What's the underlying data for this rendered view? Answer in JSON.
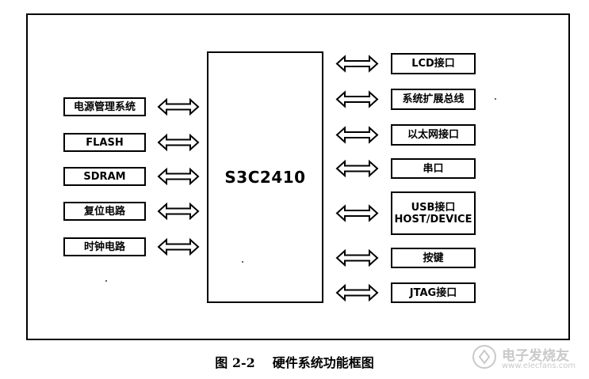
{
  "diagram": {
    "center": {
      "label": "S3C2410"
    },
    "left_modules": [
      {
        "label": "电源管理系统"
      },
      {
        "label": "FLASH"
      },
      {
        "label": "SDRAM"
      },
      {
        "label": "复位电路"
      },
      {
        "label": "时钟电路"
      }
    ],
    "right_modules": [
      {
        "label": "LCD接口"
      },
      {
        "label": "系统扩展总线"
      },
      {
        "label": "以太网接口"
      },
      {
        "label": "串口"
      },
      {
        "label": "USB接口\nHOST/DEVICE"
      },
      {
        "label": "按键"
      },
      {
        "label": "JTAG接口"
      }
    ],
    "arrow": "double-arrow-icon"
  },
  "caption": {
    "number": "图 2-2",
    "title": "硬件系统功能框图"
  },
  "watermark": {
    "name": "电子发烧友",
    "url": "www.elecfans.com"
  }
}
